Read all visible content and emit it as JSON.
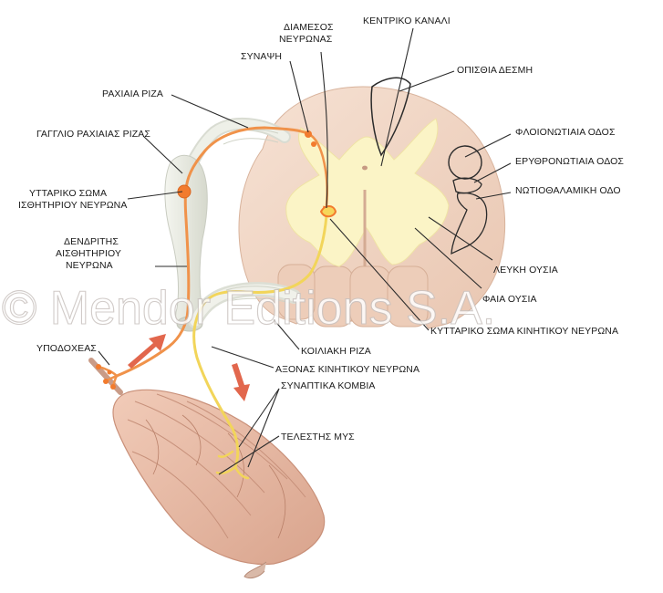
{
  "labels": {
    "kentriko_kanali": "ΚΕΝΤΡΙΚΟ ΚΑΝΑΛΙ",
    "diamesos_line1": "ΔΙΑΜΕΣΟΣ",
    "diamesos_line2": "ΝΕΥΡΩΝΑΣ",
    "synapsi": "ΣΥΝΑΨΗ",
    "opisthia_desmi": "ΟΠΙΣΘΙΑ ΔΕΣΜΗ",
    "rachiaia_riza": "ΡΑΧΙΑΙΑ ΡΙΖΑ",
    "gagglio": "ΓΑΓΓΛΙΟ ΡΑΧΙΑΙΑΣ ΡΙΖΑΣ",
    "floionotiaia": "ΦΛΟΙΟΝΩΤΙΑΙΑ ΟΔΟΣ",
    "erythronotiaia": "ΕΡΥΘΡΟΝΩΤΙΑΙΑ ΟΔΟΣ",
    "notiothalamiki": "ΝΩΤΙΟΘΑΛΑΜΙΚΗ ΟΔΟ",
    "kyttariko_aisth_line1": "ΥΤΤΑΡΙΚΟ ΣΩΜΑ",
    "kyttariko_aisth_line2": "ΙΣΘΗΤΗΡΙΟΥ ΝΕΥΡΩΝΑ",
    "dendritis_line1": "ΔΕΝΔΡΙΤΗΣ",
    "dendritis_line2": "ΑΙΣΘΗΤΗΡΙΟΥ",
    "dendritis_line3": "ΝΕΥΡΩΝΑ",
    "lefki_ousia": "ΛΕΥΚΗ ΟΥΣΙΑ",
    "faia_ousia": "ΦΑΙΑ ΟΥΣΙΑ",
    "kyttariko_kinitikou": "ΚΥΤΤΑΡΙΚΟ ΣΩΜΑ ΚΙΝΗΤΙΚΟΥ ΝΕΥΡΩΝΑ",
    "koiliaki_riza": "ΚΟΙΛΙΑΚΗ ΡΙΖΑ",
    "ypodocheas": "ΥΠΟΔΟΧΕΑΣ",
    "axonas": "ΑΞΟΝΑΣ ΚΙΝΗΤΙΚΟΥ ΝΕΥΡΩΝΑ",
    "synaptika": "ΣΥΝΑΠΤΙΚΑ ΚΟΜΒΙΑ",
    "telestis": "ΤΕΛΕΣΤΗΣ ΜΥΣ"
  },
  "watermark": "© Mendor Editions S.A.",
  "colors": {
    "white_matter": "#f1d6c6",
    "gray_matter": "#fbf5c9",
    "sensory_neuron": "#f0924a",
    "motor_neuron": "#f2d55a",
    "muscle": "#e6b7a2",
    "arrow": "#e2674d",
    "ganglion": "#e4e6dc"
  }
}
